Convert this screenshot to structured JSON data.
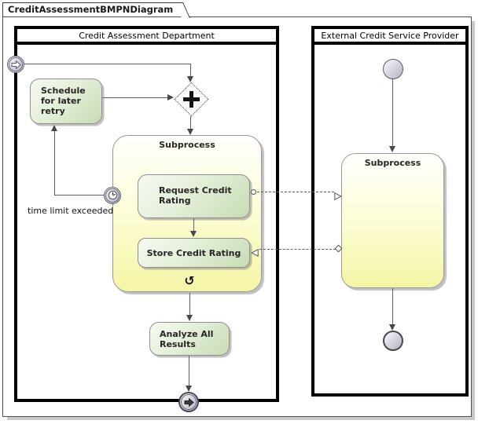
{
  "tab_title": "CreditAssessmentBMPNDiagram",
  "pools": {
    "left": {
      "title": "Credit Assessment Department"
    },
    "right": {
      "title": "External Credit Service Provider"
    }
  },
  "nodes": {
    "schedule": "Schedule for later retry",
    "subprocess_left": "Subprocess",
    "request": "Request Credit Rating",
    "store": "Store Credit Rating",
    "analyze": "Analyze All Results",
    "subprocess_right": "Subprocess"
  },
  "annotations": {
    "timer_flow_label": "time limit exceeded"
  },
  "icons": {
    "loop_glyph": "↺",
    "start_link": "link-arrow-outline",
    "end_link": "link-arrow-filled",
    "timer": "clock-face",
    "gateway_marker": "plus-cross"
  },
  "colors": {
    "task_green_top": "#f7faf3",
    "task_green_bottom": "#c7dcb4",
    "subprocess_yellow_top": "#fffffd",
    "subprocess_yellow_bottom": "#f5f6a6",
    "pool_border": "#000000",
    "flow_line": "#5f5f5f",
    "event_fill": "#b6b6c6",
    "shadow": "#c9c9c9"
  }
}
